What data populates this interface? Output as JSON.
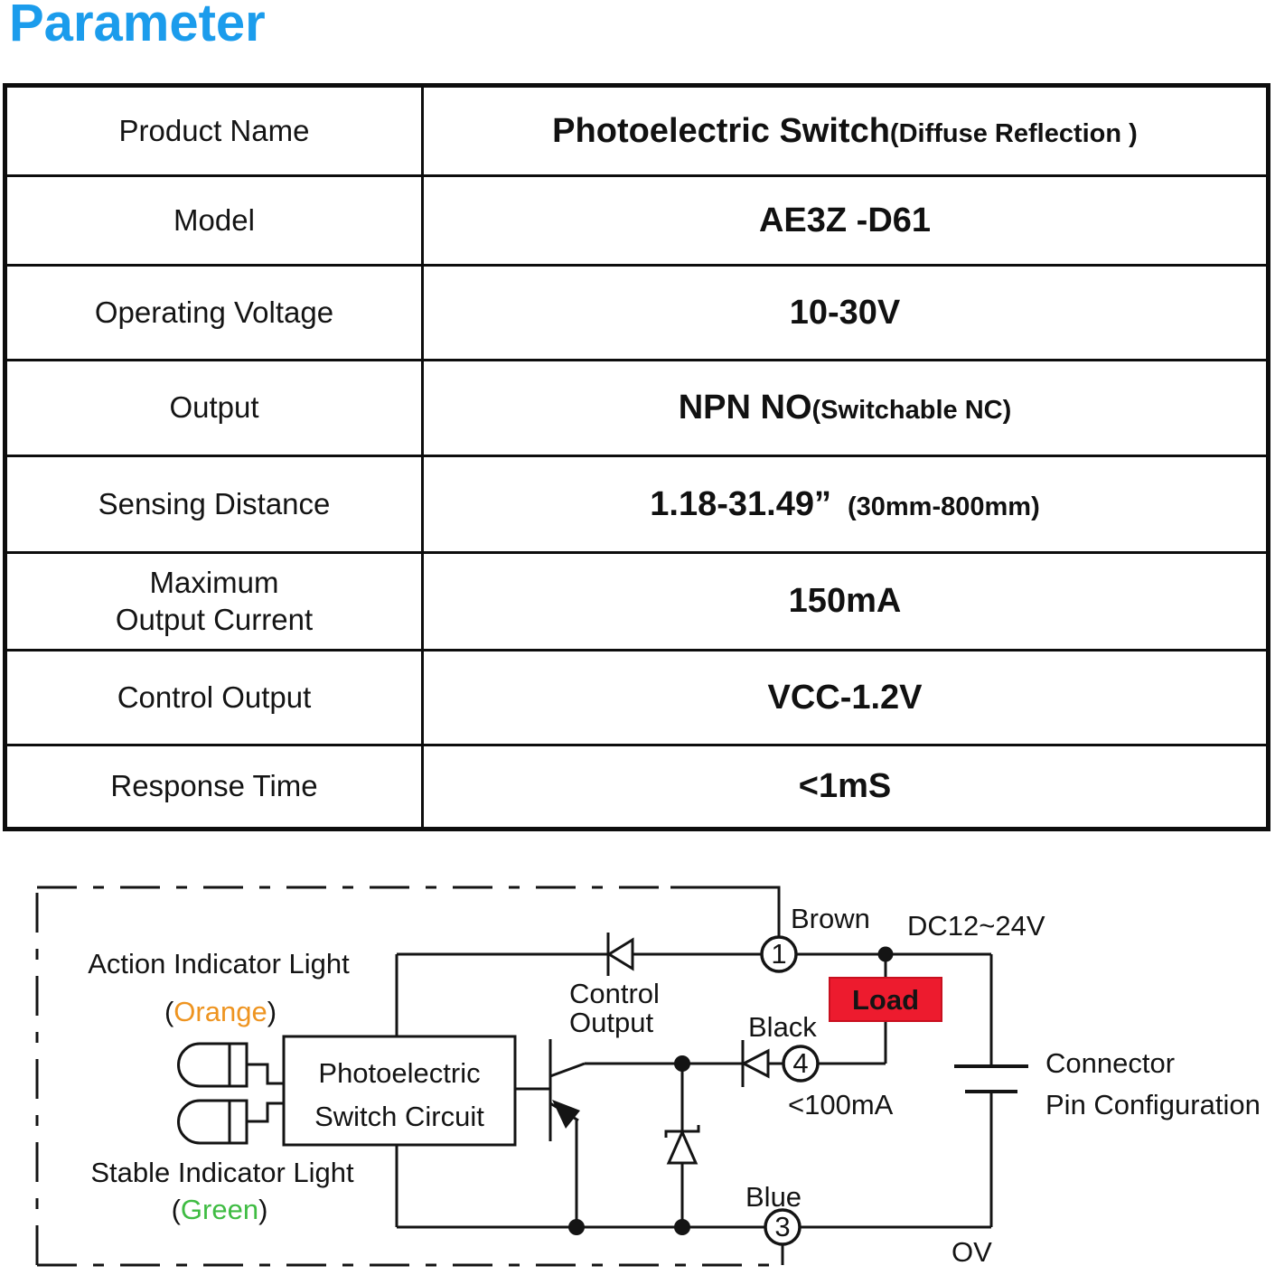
{
  "page": {
    "title": "Parameter"
  },
  "colors": {
    "title_blue": "#1B9CEC",
    "brown": "#C6961F",
    "orange": "#EE9420",
    "green": "#3FBC43",
    "blue": "#1D76D2",
    "load_red": "#ED1B2E",
    "line_black": "#141414"
  },
  "table": {
    "rows": [
      {
        "label": "Product Name",
        "value": "Photoelectric Switch",
        "note": "(Diffuse Reflection )"
      },
      {
        "label": "Model",
        "value": "AE3Z -D61",
        "note": ""
      },
      {
        "label": "Operating Voltage",
        "value": "10-30V",
        "note": ""
      },
      {
        "label": "Output",
        "value": "NPN NO",
        "note": "(Switchable NC)"
      },
      {
        "label": "Sensing Distance",
        "value": "1.18-31.49”",
        "note": "(30mm-800mm)"
      },
      {
        "label": "Maximum\nOutput Current",
        "value": "150mA",
        "note": ""
      },
      {
        "label": "Control Output",
        "value": "VCC-1.2V",
        "note": ""
      },
      {
        "label": "Response Time",
        "value": "<1mS",
        "note": ""
      }
    ]
  },
  "diagram": {
    "action_light": {
      "line1": "Action Indicator Light",
      "paren_open": "(",
      "color_name": "Orange",
      "paren_close": ")"
    },
    "stable_light": {
      "line1": "Stable Indicator Light",
      "paren_open": "(",
      "color_name": "Green",
      "paren_close": ")"
    },
    "box_line1": "Photoelectric",
    "box_line2": "Switch Circuit",
    "control_output_line1": "Control",
    "control_output_line2": "Output",
    "wire_brown": "Brown",
    "wire_black": "Black",
    "wire_blue": "Blue",
    "supply": "DC12~24V",
    "load": "Load",
    "current_limit": "<100mA",
    "connector_line1": "Connector",
    "connector_line2": "Pin Configuration",
    "ground": "OV",
    "pin1": "1",
    "pin4": "4",
    "pin3": "3"
  }
}
